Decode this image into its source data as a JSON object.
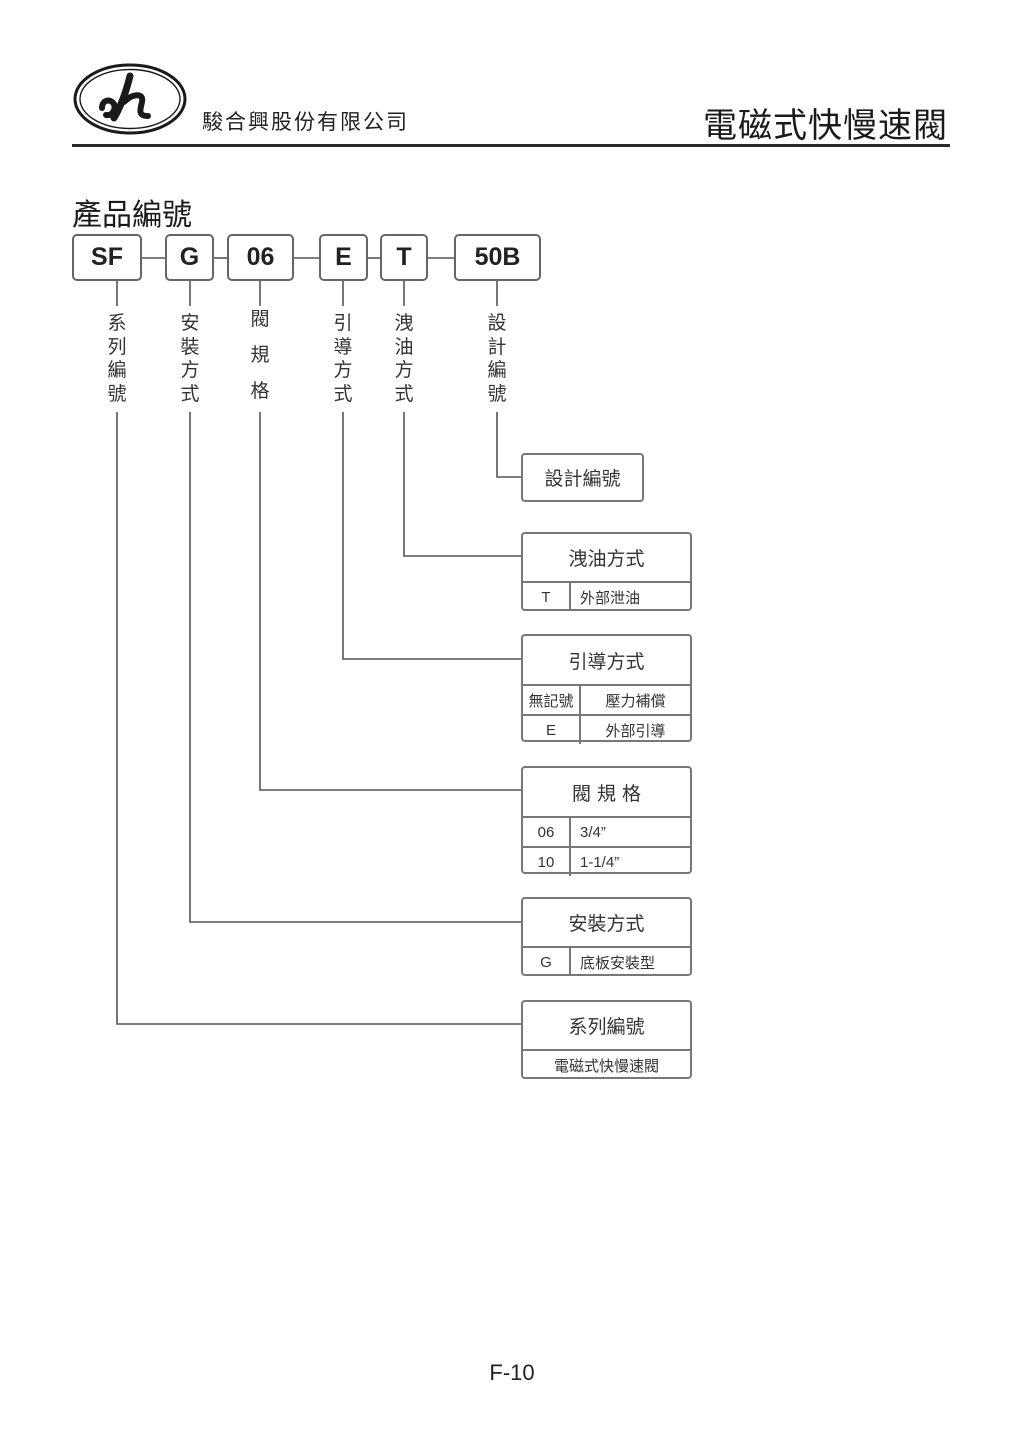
{
  "header": {
    "company": "駿合興股份有限公司",
    "title": "電磁式快慢速閥"
  },
  "section_title": "產品編號",
  "codes": [
    "SF",
    "G",
    "06",
    "E",
    "T",
    "50B"
  ],
  "labels": {
    "series": "系\n列\n編\n號",
    "mount": "安\n裝\n方\n式",
    "size": "閥\n\n規\n\n格",
    "pilot": "引\n導\n方\n式",
    "drain": "洩\n油\n方\n式",
    "design": "設\n計\n編\n號"
  },
  "tables": {
    "design": {
      "head": "設計編號"
    },
    "drain": {
      "head": "洩油方式",
      "rows": [
        {
          "code": "T",
          "desc": "外部泄油"
        }
      ]
    },
    "pilot": {
      "head": "引導方式",
      "rows": [
        {
          "code": "無記號",
          "desc": "壓力補償"
        },
        {
          "code": "E",
          "desc": "外部引導"
        }
      ]
    },
    "size": {
      "head": "閥 規 格",
      "rows": [
        {
          "code": "06",
          "desc": "3/4”"
        },
        {
          "code": "10",
          "desc": "1-1/4”"
        }
      ]
    },
    "mount": {
      "head": "安裝方式",
      "rows": [
        {
          "code": "G",
          "desc": "底板安裝型"
        }
      ]
    },
    "series": {
      "head": "系列編號",
      "row": "電磁式快慢速閥"
    }
  },
  "page_number": "F-10"
}
